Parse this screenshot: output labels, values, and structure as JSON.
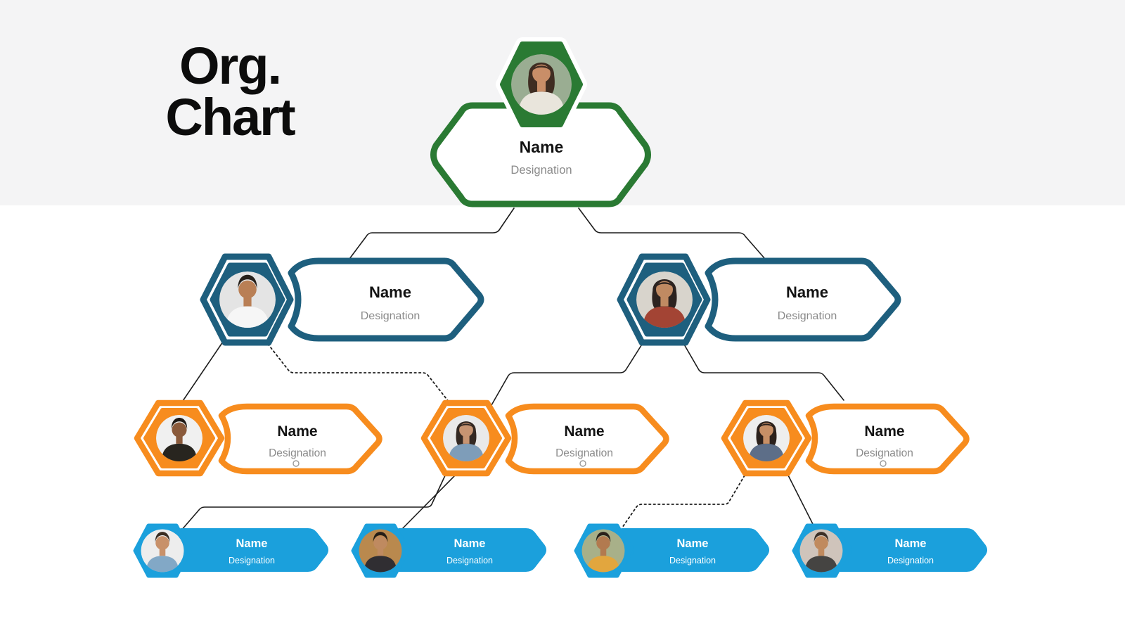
{
  "title": {
    "line1": "Org.",
    "line2": "Chart"
  },
  "palette": {
    "background_top_band": "#f4f4f5",
    "background": "#ffffff",
    "root_green": "#2a7a33",
    "manager_teal": "#1e5f7e",
    "lead_orange": "#f78c1e",
    "member_sky_blue": "#1ba0dc",
    "connector_line": "#1c1c1c",
    "name_text": "#121212",
    "designation_text": "#8a8a8a"
  },
  "nodes": [
    {
      "id": "ceo",
      "level": 1,
      "name": "Name",
      "designation": "Designation",
      "accent": "#2a7a33",
      "photo": "woman-long-dark-hair",
      "avatar": {
        "bg": "#9aad92",
        "hair": "#3f2d22",
        "skin": "#c98e68",
        "shirt": "#e9e5dc"
      }
    },
    {
      "id": "manager-left",
      "level": 2,
      "name": "Name",
      "designation": "Designation",
      "accent": "#1e5f7e",
      "photo": "man-white-tshirt",
      "avatar": {
        "bg": "#e4e4e4",
        "hair": "#26201a",
        "skin": "#b97f55",
        "shirt": "#f6f6f6"
      }
    },
    {
      "id": "manager-right",
      "level": 2,
      "name": "Name",
      "designation": "Designation",
      "accent": "#1e5f7e",
      "photo": "woman-red-cardigan",
      "avatar": {
        "bg": "#d8d4cc",
        "hair": "#2c2320",
        "skin": "#c08a62",
        "shirt": "#a34434"
      }
    },
    {
      "id": "lead-1",
      "level": 3,
      "name": "Name",
      "designation": "Designation",
      "accent": "#f78c1e",
      "photo": "man-black-tshirt",
      "avatar": {
        "bg": "#f0f0f0",
        "hair": "#1f1a16",
        "skin": "#8a5a3b",
        "shirt": "#28251f"
      }
    },
    {
      "id": "lead-2",
      "level": 3,
      "name": "Name",
      "designation": "Designation",
      "accent": "#f78c1e",
      "photo": "woman-denim-jacket",
      "avatar": {
        "bg": "#e9e9e9",
        "hair": "#342923",
        "skin": "#c79472",
        "shirt": "#7e9db9"
      }
    },
    {
      "id": "lead-3",
      "level": 3,
      "name": "Name",
      "designation": "Designation",
      "accent": "#f78c1e",
      "photo": "woman-striped-top-crossed-arms",
      "avatar": {
        "bg": "#eeeeee",
        "hair": "#2c211c",
        "skin": "#c78f66",
        "shirt": "#5d6e88"
      }
    },
    {
      "id": "member-1",
      "level": 4,
      "name": "Name",
      "designation": "Designation",
      "accent": "#1ba0dc",
      "photo": "man-denim-shirt-crossed-arms",
      "avatar": {
        "bg": "#ededed",
        "hair": "#3a2d22",
        "skin": "#c8916a",
        "shirt": "#82a8c6"
      }
    },
    {
      "id": "member-2",
      "level": 4,
      "name": "Name",
      "designation": "Designation",
      "accent": "#1ba0dc",
      "photo": "man-dark-coat-autumn",
      "avatar": {
        "bg": "#b9894e",
        "hair": "#241c16",
        "skin": "#bf8a60",
        "shirt": "#302e32"
      }
    },
    {
      "id": "member-3",
      "level": 4,
      "name": "Name",
      "designation": "Designation",
      "accent": "#1ba0dc",
      "photo": "man-yellow-tshirt-outdoors",
      "avatar": {
        "bg": "#a8b089",
        "hair": "#2a211a",
        "skin": "#b27a4f",
        "shirt": "#e2a63e"
      }
    },
    {
      "id": "member-4",
      "level": 4,
      "name": "Name",
      "designation": "Designation",
      "accent": "#1ba0dc",
      "photo": "bearded-man-dark-sweater",
      "avatar": {
        "bg": "#cfc4bb",
        "hair": "#3c2f26",
        "skin": "#c08a5e",
        "shirt": "#454442"
      }
    }
  ],
  "connections": [
    {
      "from": "ceo",
      "to": "manager-left",
      "style": "solid"
    },
    {
      "from": "ceo",
      "to": "manager-right",
      "style": "solid"
    },
    {
      "from": "manager-left",
      "to": "lead-1",
      "style": "solid"
    },
    {
      "from": "manager-left",
      "to": "lead-2",
      "style": "dotted"
    },
    {
      "from": "manager-right",
      "to": "lead-2",
      "style": "solid"
    },
    {
      "from": "manager-right",
      "to": "lead-3",
      "style": "solid"
    },
    {
      "from": "lead-2",
      "to": "member-1",
      "style": "solid"
    },
    {
      "from": "lead-2",
      "to": "member-2",
      "style": "solid"
    },
    {
      "from": "lead-3",
      "to": "member-3",
      "style": "dotted"
    },
    {
      "from": "lead-3",
      "to": "member-4",
      "style": "solid"
    }
  ]
}
